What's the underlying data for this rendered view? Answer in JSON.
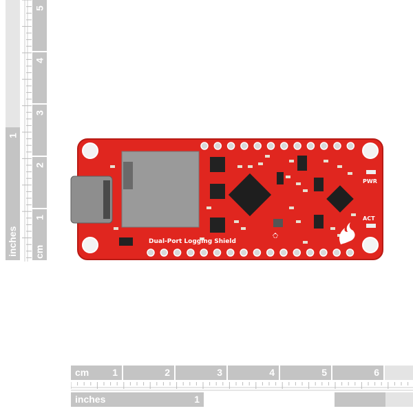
{
  "rulers": {
    "cm_label": "cm",
    "inches_label": "inches",
    "cm_numbers": [
      "1",
      "2",
      "3",
      "4",
      "5",
      "6"
    ],
    "inch_numbers": [
      "1"
    ]
  },
  "board": {
    "name": "Dual-Port Logging Shield",
    "led_labels": {
      "power": "PWR",
      "activity": "ACT"
    },
    "color": "#e0261f"
  }
}
